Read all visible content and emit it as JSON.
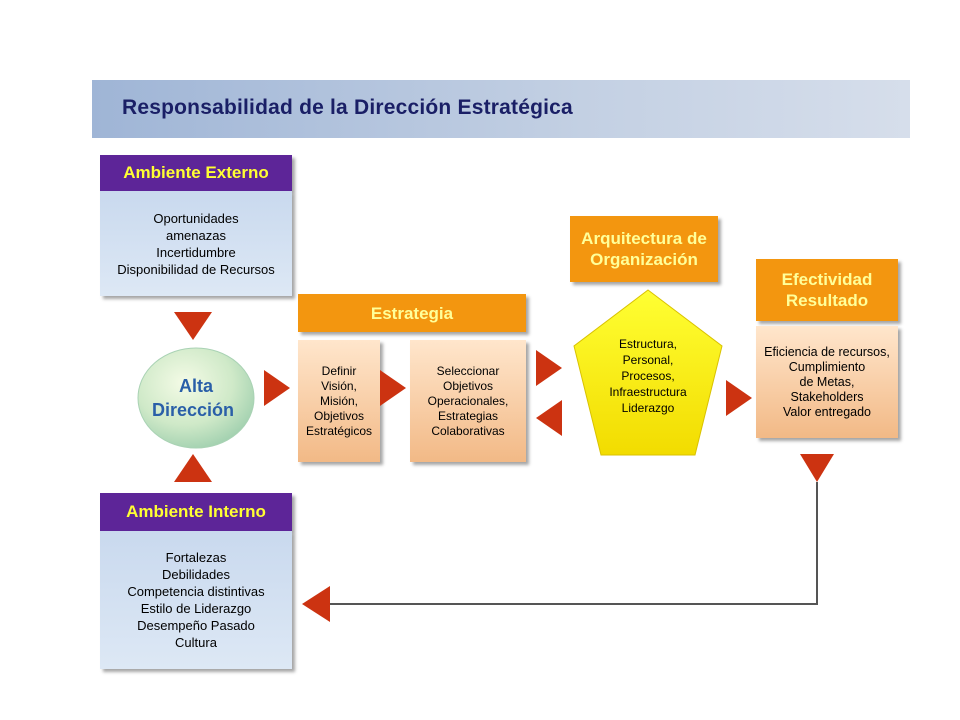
{
  "title": "Responsabilidad de la Dirección Estratégica",
  "ambiente_externo": {
    "heading": "Ambiente Externo",
    "items": [
      "Oportunidades",
      "amenazas",
      "Incertidumbre",
      "Disponibilidad de Recursos"
    ]
  },
  "ambiente_interno": {
    "heading": "Ambiente Interno",
    "items": [
      "Fortalezas",
      "Debilidades",
      "Competencia distintivas",
      "Estilo de Liderazgo",
      "Desempeño Pasado",
      "Cultura"
    ]
  },
  "alta_direccion": {
    "line1": "Alta",
    "line2": "Dirección"
  },
  "estrategia": {
    "heading": "Estrategia",
    "box1": [
      "Definir",
      "Visión,",
      "Misión,",
      "Objetivos",
      "Estratégicos"
    ],
    "box2": [
      "Seleccionar",
      "Objetivos",
      "Operacionales,",
      "Estrategias",
      "Colaborativas"
    ]
  },
  "arquitectura": {
    "heading_line1": "Arquitectura de",
    "heading_line2": "Organización",
    "items": [
      "Estructura,",
      "Personal,",
      "Procesos,",
      "Infraestructura",
      "Liderazgo"
    ]
  },
  "efectividad": {
    "heading_line1": "Efectividad",
    "heading_line2": "Resultado",
    "items": [
      "Eficiencia de recursos,",
      "Cumplimiento",
      "de Metas,",
      "Stakeholders",
      "Valor entregado"
    ]
  },
  "colors": {
    "purple": "#5d2598",
    "yellow_text": "#ffff33",
    "orange": "#f3960f",
    "arrow_red": "#cc3311",
    "pentagon_yellow": "#ffee00",
    "title_text": "#1a1f66"
  }
}
